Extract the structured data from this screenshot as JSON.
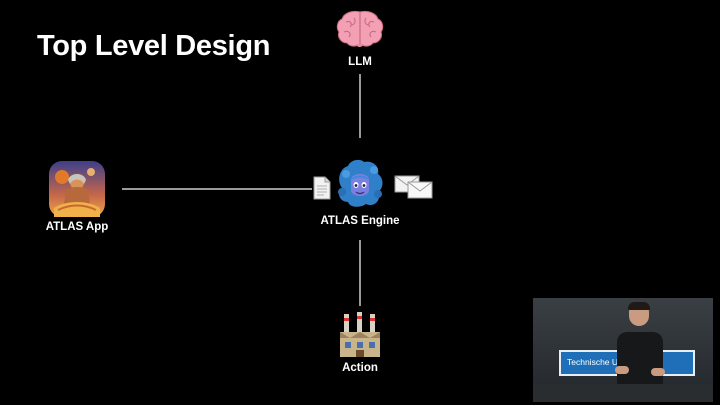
{
  "slide": {
    "title": "Top Level Design"
  },
  "nodes": {
    "llm": {
      "label": "LLM",
      "icon": "brain-icon"
    },
    "engine": {
      "label": "ATLAS Engine",
      "icon": "atlas-avatar-icon"
    },
    "app": {
      "label": "ATLAS App",
      "icon": "atlas-app-icon"
    },
    "action": {
      "label": "Action",
      "icon": "factory-icon"
    },
    "document": {
      "icon": "document-icon"
    },
    "messages": {
      "icon": "envelopes-icon"
    }
  },
  "webcam": {
    "banner_text": "Technische U          chen"
  },
  "colors": {
    "background": "#000000",
    "text": "#ffffff",
    "connector": "#9a9a9a"
  }
}
